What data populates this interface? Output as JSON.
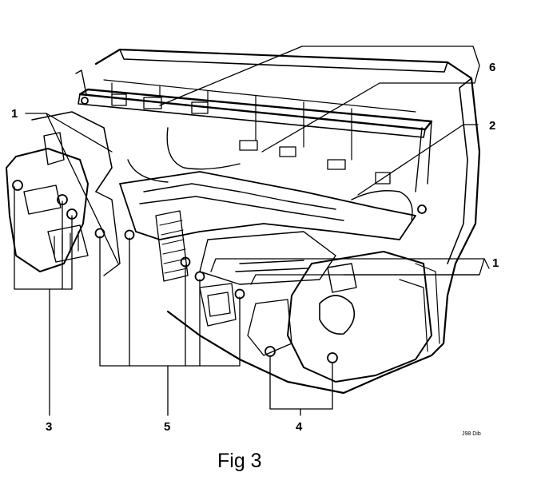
{
  "callouts": {
    "c1_left": "1",
    "c1_right": "1",
    "c2": "2",
    "c3": "3",
    "c4": "4",
    "c5": "5",
    "c6": "6"
  },
  "reference_code": "J98 Dib",
  "caption": "Fig 3"
}
